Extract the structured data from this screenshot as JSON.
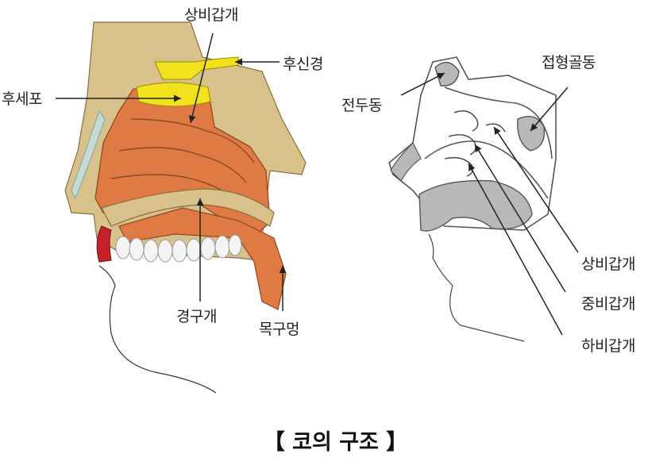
{
  "left_diagram": {
    "labels": {
      "superior_turbinate": "상비갑개",
      "olfactory_nerve": "후신경",
      "olfactory_cells": "후세포",
      "hard_palate": "경구개",
      "throat": "목구멍"
    }
  },
  "right_diagram": {
    "labels": {
      "frontal_sinus": "전두동",
      "sphenoid_sinus": "접형골동",
      "superior_turbinate": "상비갑개",
      "middle_turbinate": "중비갑개",
      "inferior_turbinate": "하비갑개"
    }
  },
  "caption": "【 코의 구조 】",
  "colors": {
    "tissue": "#e07a45",
    "bone": "#d8c18a",
    "nerve": "#f2e21c",
    "lip": "#c8202a",
    "teeth": "#f4f4f4",
    "grey_fill": "#b8b8b8"
  }
}
